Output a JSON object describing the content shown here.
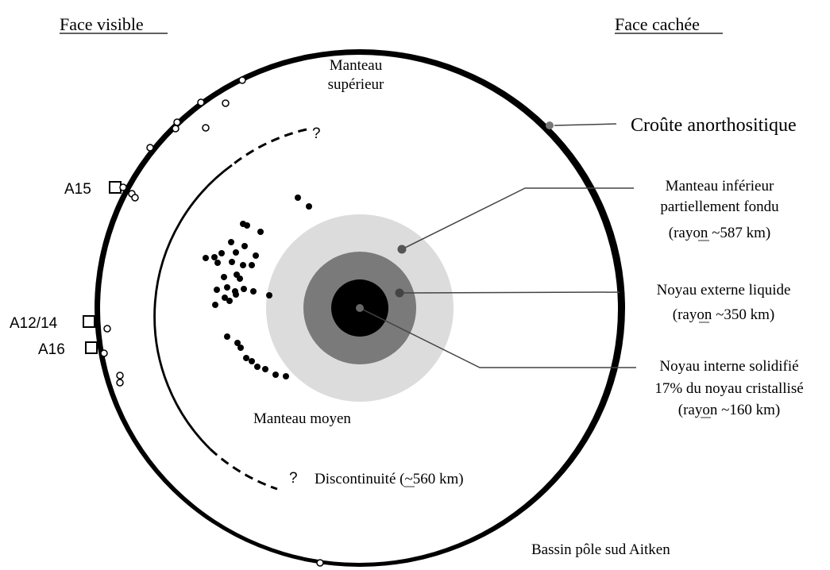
{
  "headers": {
    "near_side": "Face visible",
    "far_side": "Face cachée"
  },
  "layers": {
    "upper_mantle": [
      "Manteau",
      "supérieur"
    ],
    "middle_mantle": "Manteau moyen",
    "crust": "Croûte anorthositique"
  },
  "discontinuity": {
    "question_mark": "?",
    "label": "Discontinuité (~560 km)"
  },
  "lower_mantle": {
    "lines": [
      "Manteau inférieur",
      "partiellement fondu",
      "(rayon ~587 km)"
    ],
    "color": "#dcdcdc"
  },
  "outer_core": {
    "lines": [
      "Noyau externe liquide",
      "(rayon ~350 km)"
    ],
    "color": "#7a7a7a"
  },
  "inner_core": {
    "lines": [
      "Noyau interne solidifié",
      "17% du noyau cristallisé",
      "(rayon ~160 km)"
    ],
    "color": "#000000"
  },
  "basin": {
    "label": "Bassin pôle sud Aitken"
  },
  "apollo_stations": [
    "A15",
    "A12/14",
    "A16"
  ],
  "legend_symbols": {
    "deep_moonquake": "filled-dot",
    "shallow_moonquake": "open-circle",
    "seismic_station": "open-square"
  }
}
